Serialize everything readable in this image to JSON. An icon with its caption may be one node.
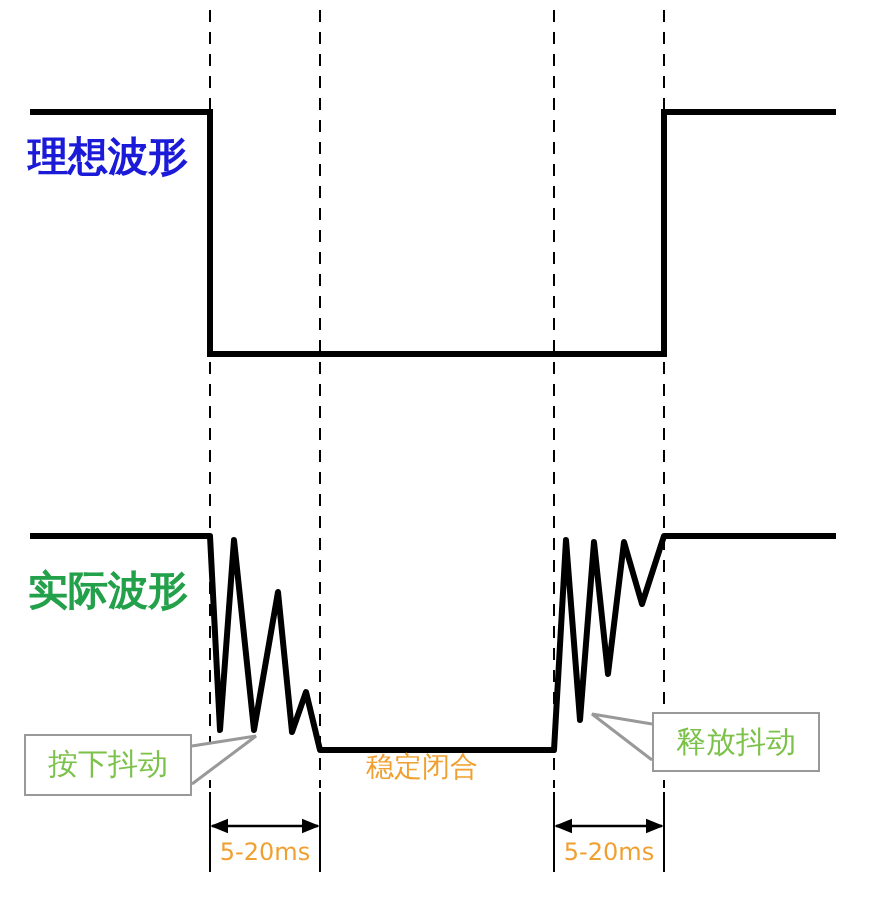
{
  "diagram": {
    "nodes": [
      {
        "text": [
          "按下抖动"
        ]
      },
      {
        "text": [
          "释放抖动"
        ]
      }
    ],
    "edges": [
      {
        "from": 0,
        "to": null,
        "arrow": "to"
      },
      {
        "from": 1,
        "to": null,
        "arrow": "to"
      }
    ],
    "labels": [
      "理想波形",
      "实际波形",
      "稳定闭合",
      "5-20ms",
      "5-20ms"
    ]
  }
}
